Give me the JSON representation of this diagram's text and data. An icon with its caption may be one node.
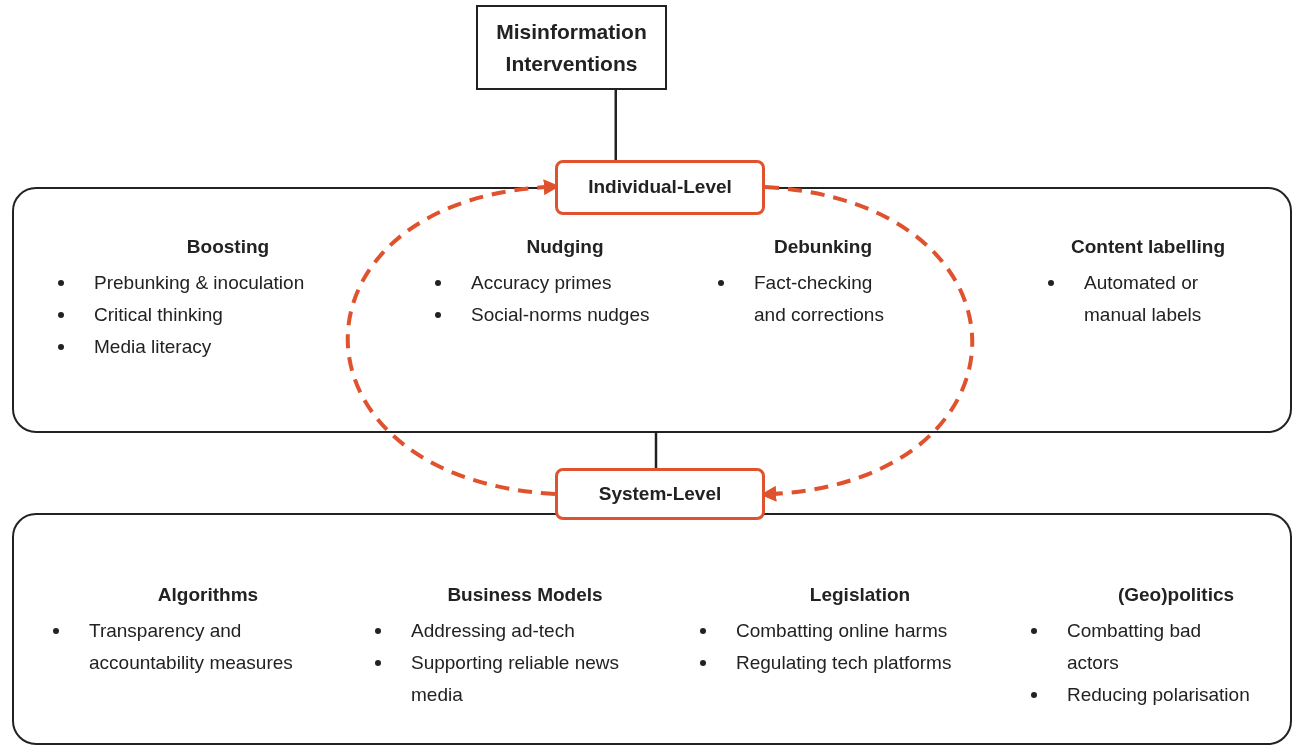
{
  "diagram": {
    "nodes": [
      {
        "text": [
          "Misinformation Interventions"
        ]
      },
      {
        "text": [
          "Individual-Level"
        ]
      },
      {
        "text": [],
        "shape": "box"
      },
      {
        "text": [
          "Boosting",
          "Prebunking & inoculation",
          "Critical thinking",
          "Media literacy"
        ],
        "in": 2
      },
      {
        "text": [
          "Nudging",
          "Accuracy primes",
          "Social-norms nudges"
        ],
        "in": 2
      },
      {
        "text": [
          "Debunking",
          "Fact-checking and corrections"
        ],
        "in": 2
      },
      {
        "text": [
          "Content labelling",
          "Automated or manual labels"
        ],
        "in": 2
      },
      {
        "text": [
          "System-Level"
        ]
      },
      {
        "text": [],
        "shape": "box"
      },
      {
        "text": [
          "Algorithms",
          "Transparency and accountability measures"
        ],
        "in": 8
      },
      {
        "text": [
          "Business Models",
          "Addressing ad-tech",
          "Supporting reliable news media"
        ],
        "in": 8
      },
      {
        "text": [
          "Legislation",
          "Combatting online harms",
          "Regulating tech platforms"
        ],
        "in": 8
      },
      {
        "text": [
          "(Geo)politics",
          "Combatting bad actors",
          "Reducing polarisation"
        ],
        "in": 8
      }
    ],
    "edges": [
      {
        "from": 0,
        "to": 1,
        "arrow": "none"
      },
      {
        "from": 2,
        "to": 7,
        "arrow": "none"
      },
      {
        "from": 7,
        "to": 1,
        "arrow": "to",
        "style": "dashed",
        "color": "#e0522d"
      },
      {
        "from": 1,
        "to": 7,
        "arrow": "to",
        "style": "dashed",
        "color": "#e0522d"
      }
    ]
  }
}
